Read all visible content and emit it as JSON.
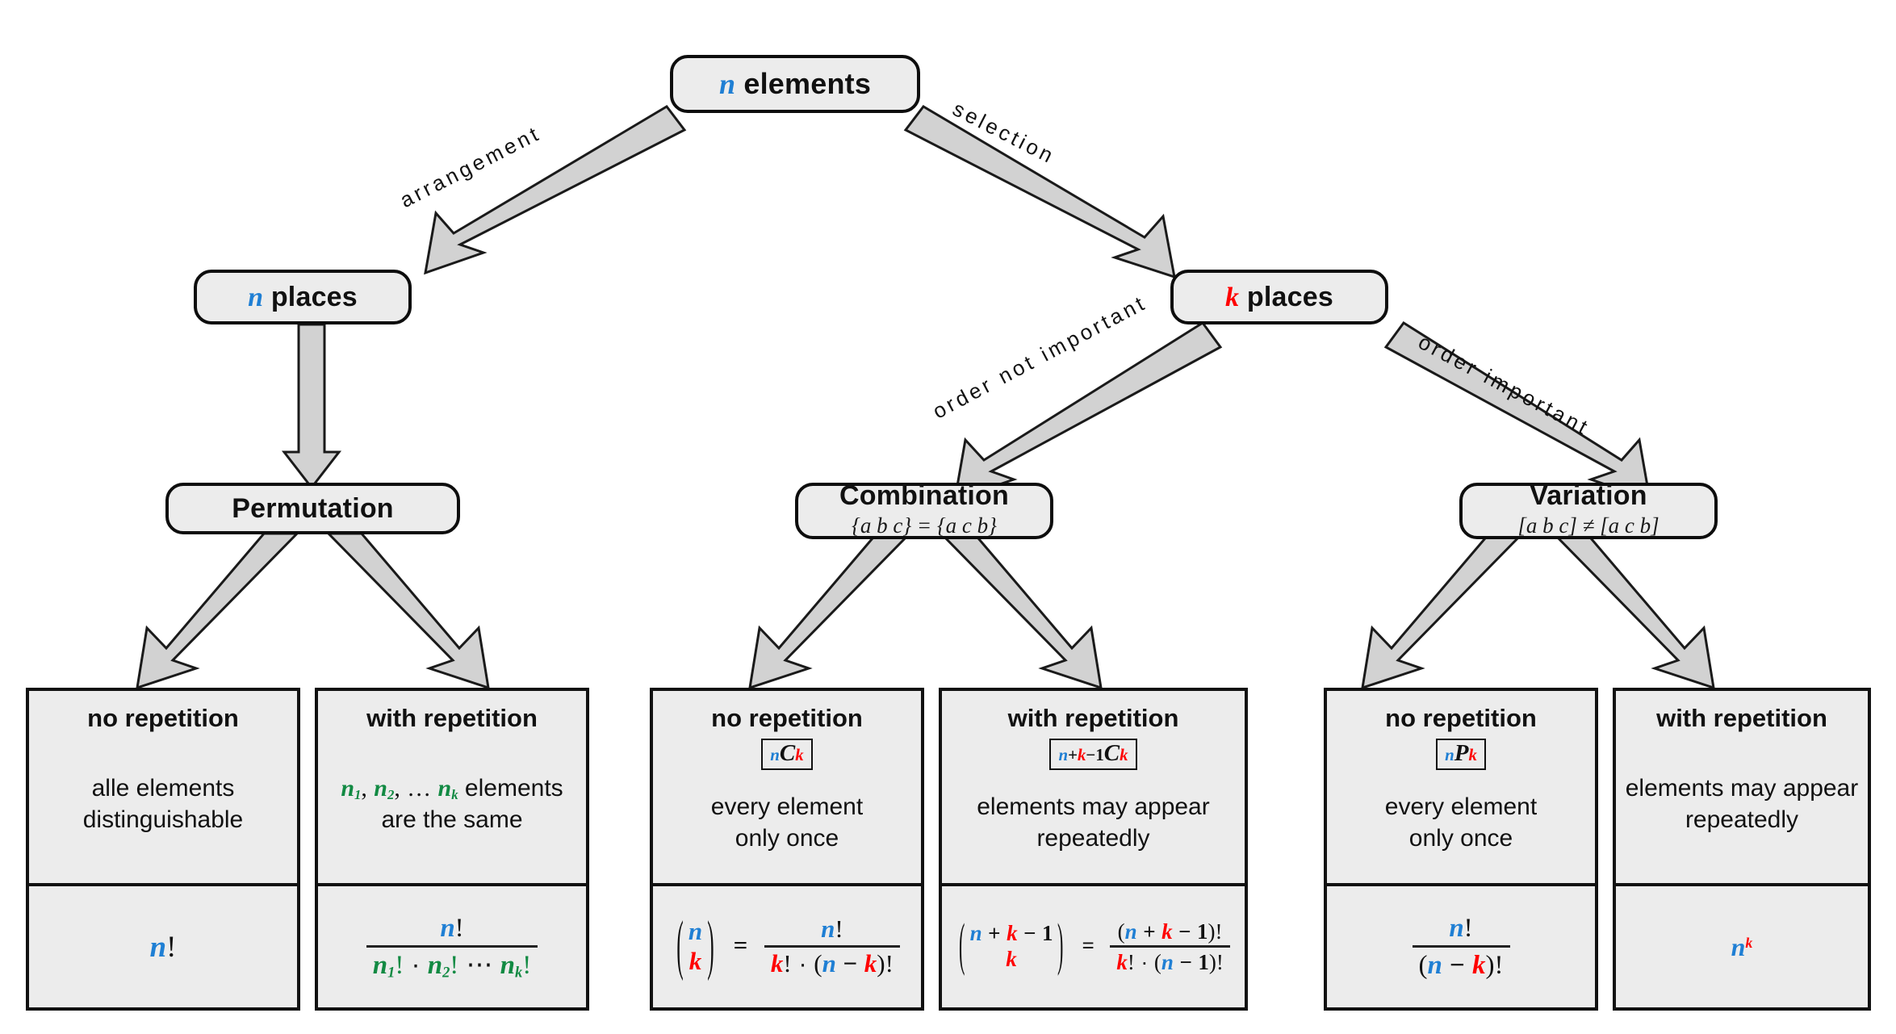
{
  "diagram": {
    "title": "Combinatorics decision tree",
    "colors": {
      "n": "#1f7fd4",
      "k": "#ff0000",
      "group": "#128a43",
      "node_fill": "#ececec",
      "arrow_fill": "#d2d2d2",
      "stroke": "#111111"
    }
  },
  "root": {
    "label_var": "n",
    "label_text": "elements"
  },
  "edges": {
    "arrangement": "arrangement",
    "selection": "selection",
    "order_not_important": "order not important",
    "order_important": "order important"
  },
  "level2": {
    "places_n": {
      "var": "n",
      "text": "places"
    },
    "places_k": {
      "var": "k",
      "text": "places"
    }
  },
  "level3": {
    "permutation": {
      "title": "Permutation",
      "note": ""
    },
    "combination": {
      "title": "Combination",
      "note": "{a b c} = {a c b}"
    },
    "variation": {
      "title": "Variation",
      "note": "[a b c] ≠ [a c b]"
    }
  },
  "leaves": [
    {
      "id": "permutation-no-repetition",
      "head": "no repetition",
      "symbol": "",
      "desc_lines": [
        "alle elements",
        "distinguishable"
      ],
      "formula": "n!"
    },
    {
      "id": "permutation-with-repetition",
      "head": "with repetition",
      "symbol": "",
      "desc_lines": [
        "n₁, n₂, … nₖ elements",
        "are the same"
      ],
      "formula": "n! / (n₁! · n₂! ⋯ nₖ!)"
    },
    {
      "id": "combination-no-repetition",
      "head": "no repetition",
      "symbol": "nCk",
      "desc_lines": [
        "every element",
        "only once"
      ],
      "formula": "(n over k) = n! / (k! · (n − k)!)"
    },
    {
      "id": "combination-with-repetition",
      "head": "with repetition",
      "symbol": "n+k-1Ck",
      "desc_lines": [
        "elements may appear",
        "repeatedly"
      ],
      "formula": "(n+k−1 over k) = (n+k−1)! / (k! · (n−1)!)"
    },
    {
      "id": "variation-no-repetition",
      "head": "no repetition",
      "symbol": "nPk",
      "desc_lines": [
        "every element",
        "only once"
      ],
      "formula": "n! / (n − k)!"
    },
    {
      "id": "variation-with-repetition",
      "head": "with repetition",
      "symbol": "",
      "desc_lines": [
        "elements may appear",
        "repeatedly"
      ],
      "formula": "n^k"
    }
  ]
}
